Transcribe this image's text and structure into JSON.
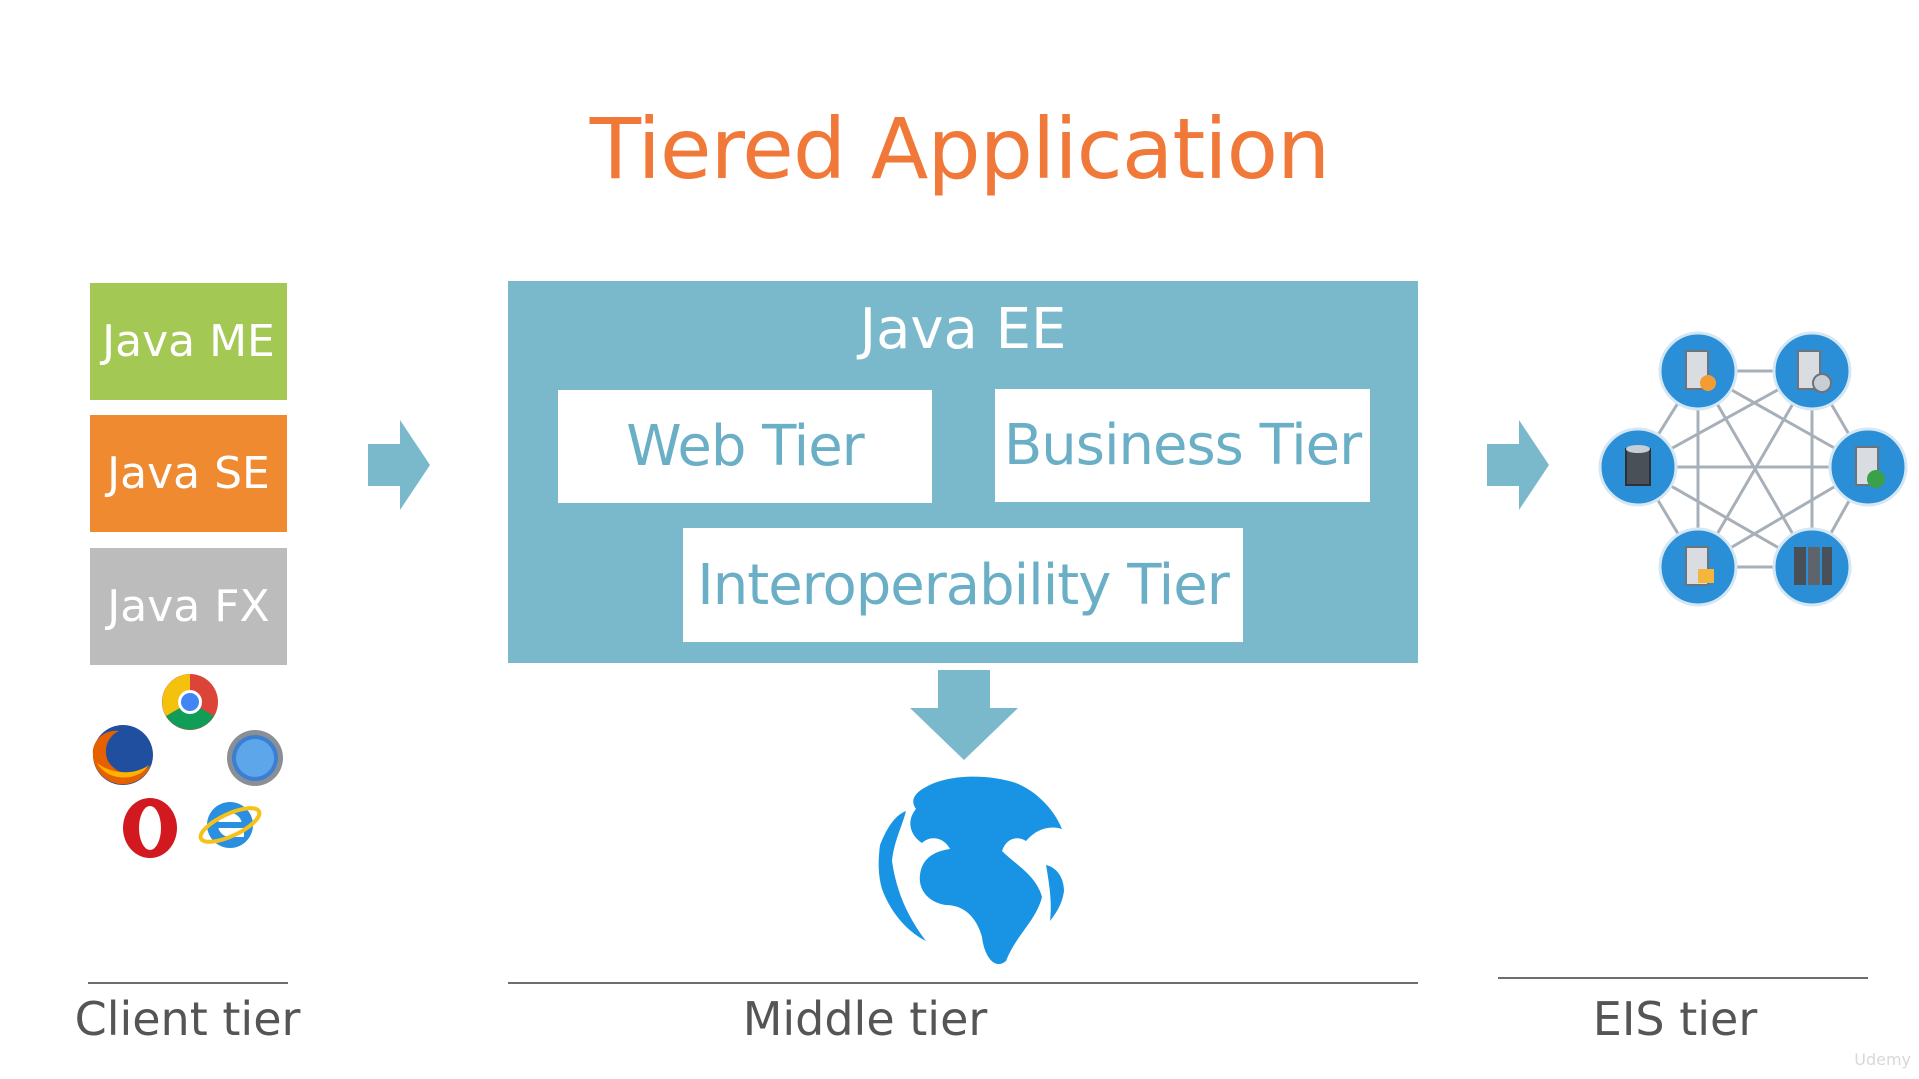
{
  "title": "Tiered Application",
  "client": {
    "boxes": [
      {
        "label": "Java ME",
        "color": "#a3c854"
      },
      {
        "label": "Java SE",
        "color": "#f08a31"
      },
      {
        "label": "Java FX",
        "color": "#bcbcbc"
      }
    ],
    "browser_icons": [
      "chrome-icon",
      "firefox-icon",
      "safari-icon",
      "opera-icon",
      "internet-explorer-icon"
    ]
  },
  "middle": {
    "container_title": "Java EE",
    "tiers": [
      "Web Tier",
      "Business Tier",
      "Interoperability Tier"
    ],
    "accent_color": "#7ab8cc"
  },
  "eis": {
    "network_icons": [
      "server-node-icon",
      "server-node-icon",
      "server-node-icon",
      "server-node-icon",
      "server-node-icon",
      "server-node-icon"
    ]
  },
  "labels": {
    "client": "Client tier",
    "middle": "Middle tier",
    "eis": "EIS tier"
  },
  "watermark": "Udemy"
}
